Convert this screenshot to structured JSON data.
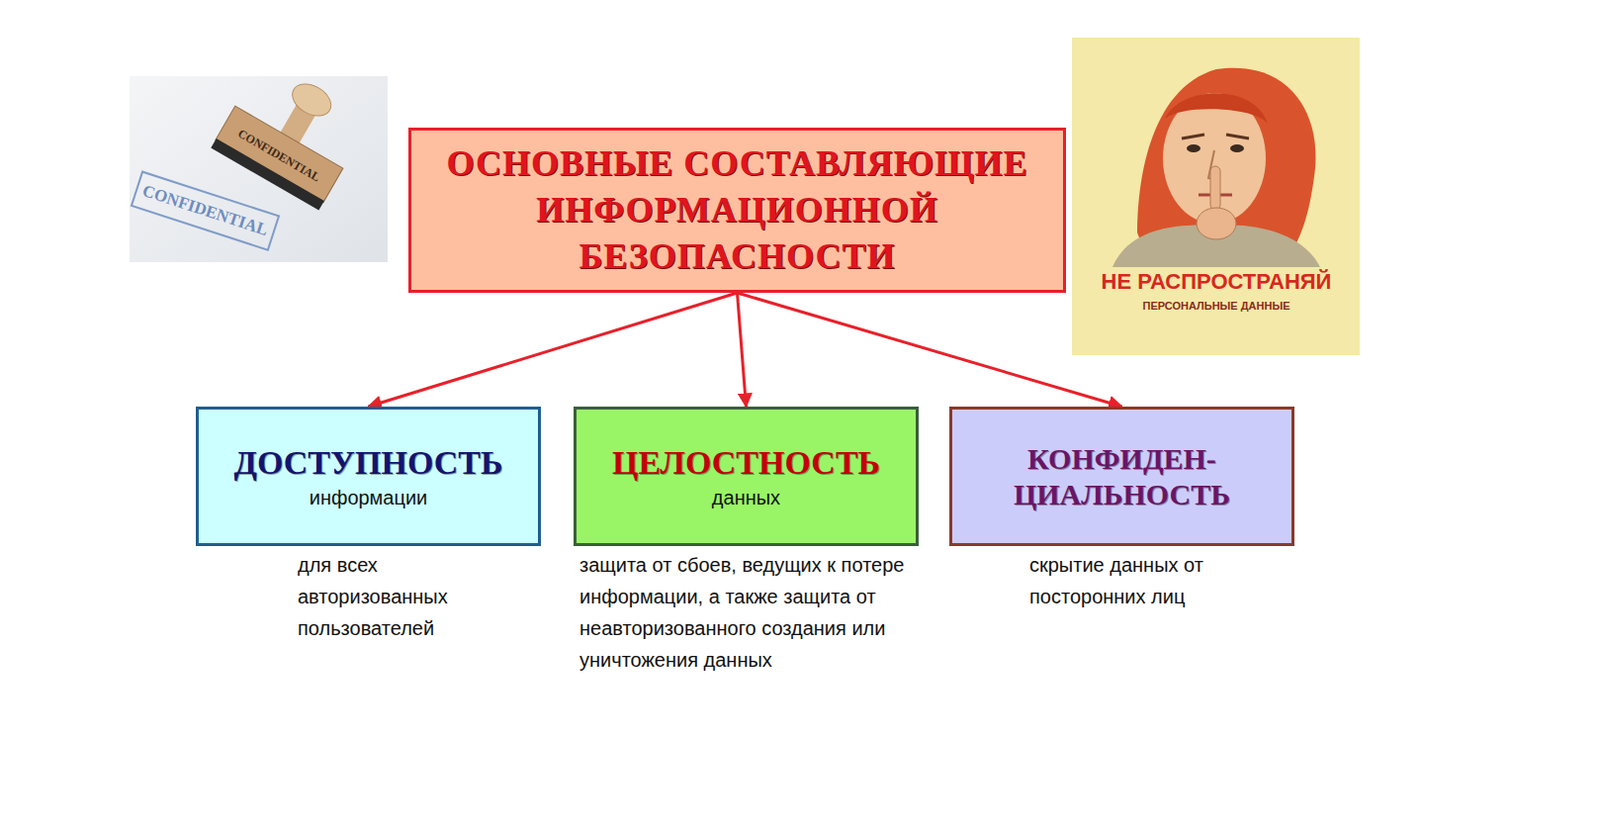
{
  "diagram": {
    "nodes": [
      {
        "text": [
          "ОСНОВНЫЕ СОСТАВЛЯЮЩИЕ ИНФОРМАЦИОННОЙ БЕЗОПАСНОСТИ"
        ]
      },
      {
        "text": [
          "ДОСТУПНОСТЬ",
          "информации",
          "для всех авторизованных пользователей"
        ]
      },
      {
        "text": [
          "ЦЕЛОСТНОСТЬ",
          "данных",
          "защита от сбоев, ведущих к потере информации, а также защита от неавторизованного создания или уничтожения данных"
        ]
      },
      {
        "text": [
          "КОНФИДЕН- ЦИАЛЬНОСТЬ",
          "скрытие данных от посторонних лиц"
        ]
      }
    ],
    "edges": [
      {
        "from": 0,
        "to": 1,
        "arrow": "to"
      },
      {
        "from": 0,
        "to": 2,
        "arrow": "to"
      },
      {
        "from": 0,
        "to": 3,
        "arrow": "to"
      }
    ],
    "labels": [
      "CONFIDENTIAL",
      "CONFIDENTIAL",
      "НЕ РАСПРОСТРАНЯЙ",
      "ПЕРСОНАЛЬНЫЕ ДАННЫЕ"
    ]
  }
}
